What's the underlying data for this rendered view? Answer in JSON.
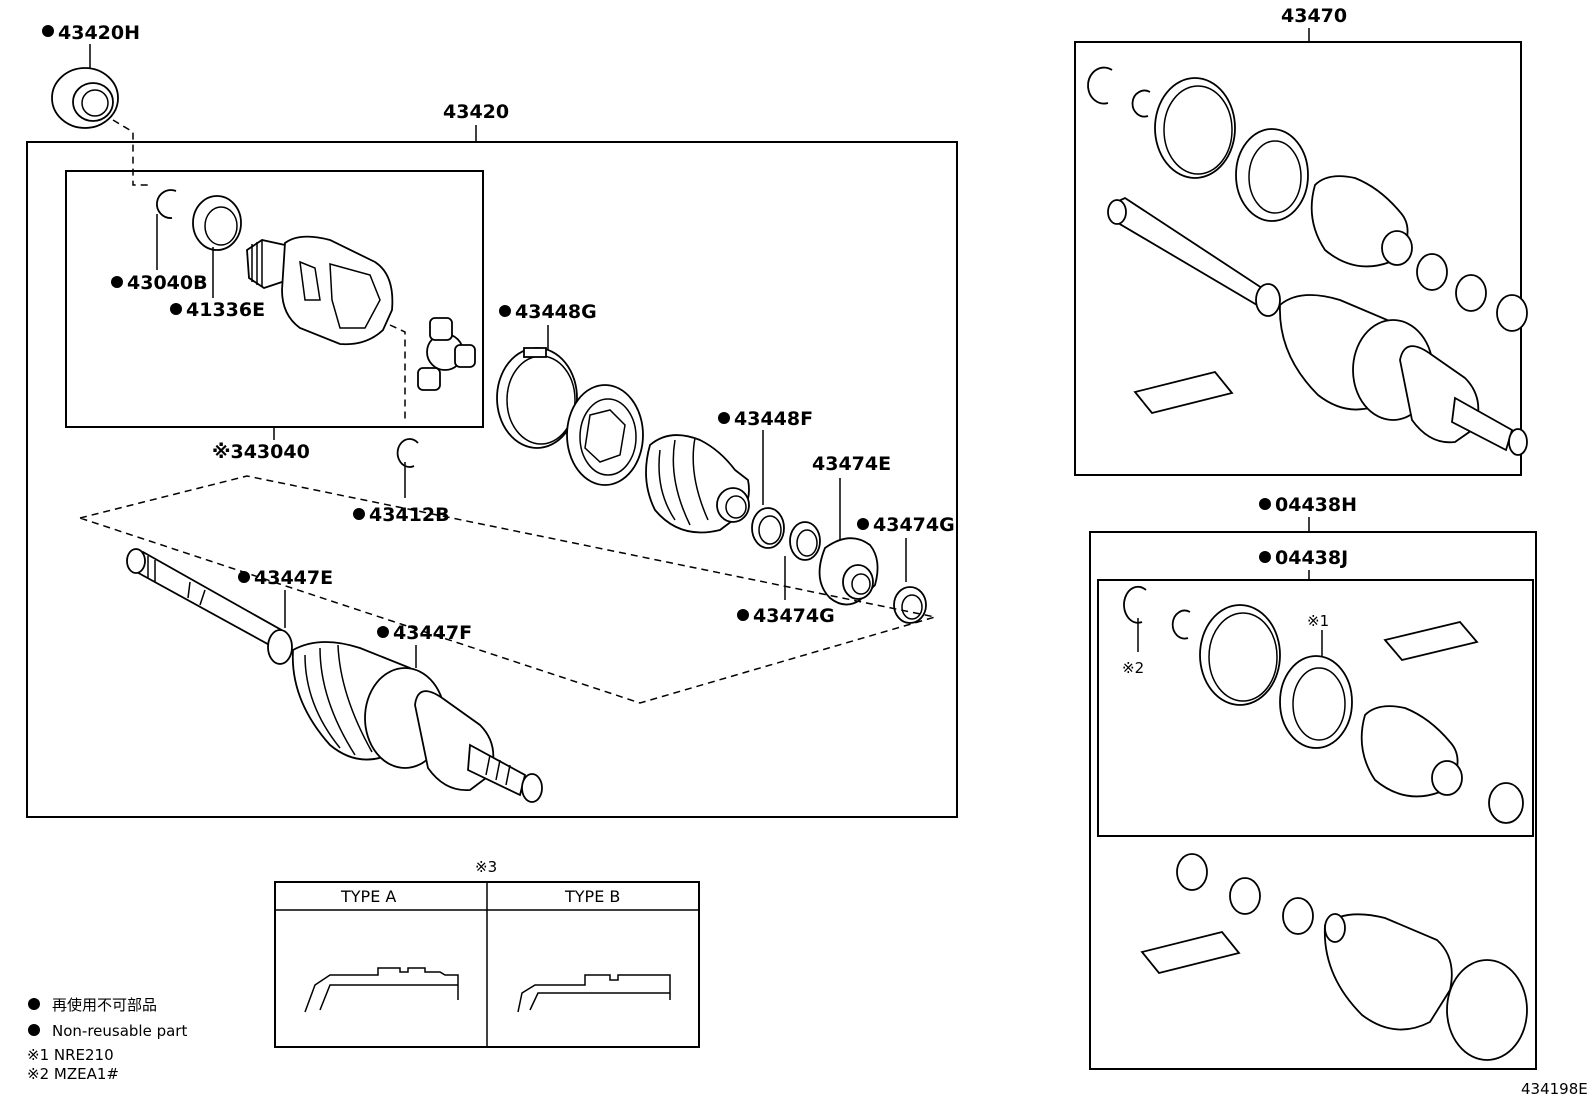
{
  "labels": {
    "p43420H": "43420H",
    "p43420": "43420",
    "p43040B": "43040B",
    "p41336E": "41336E",
    "p43040": "※343040",
    "p43412B": "43412B",
    "p43448G": "43448G",
    "p43448F": "43448F",
    "p43474E": "43474E",
    "p43474G_a": "43474G",
    "p43474G_b": "43474G",
    "p43447E": "43447E",
    "p43447F": "43447F",
    "p43470": "43470",
    "p04438H": "04438H",
    "p04438J": "04438J",
    "note1_mark": "※1",
    "note2_mark": "※2",
    "note3_mark": "※3"
  },
  "type_table": {
    "type_a": "TYPE A",
    "type_b": "TYPE B"
  },
  "legend": {
    "line1": "再使用不可部品",
    "line2": "Non-reusable part",
    "line3": "※1 NRE210",
    "line4": "※2 MZEA1#"
  },
  "figure_id": "434198E"
}
